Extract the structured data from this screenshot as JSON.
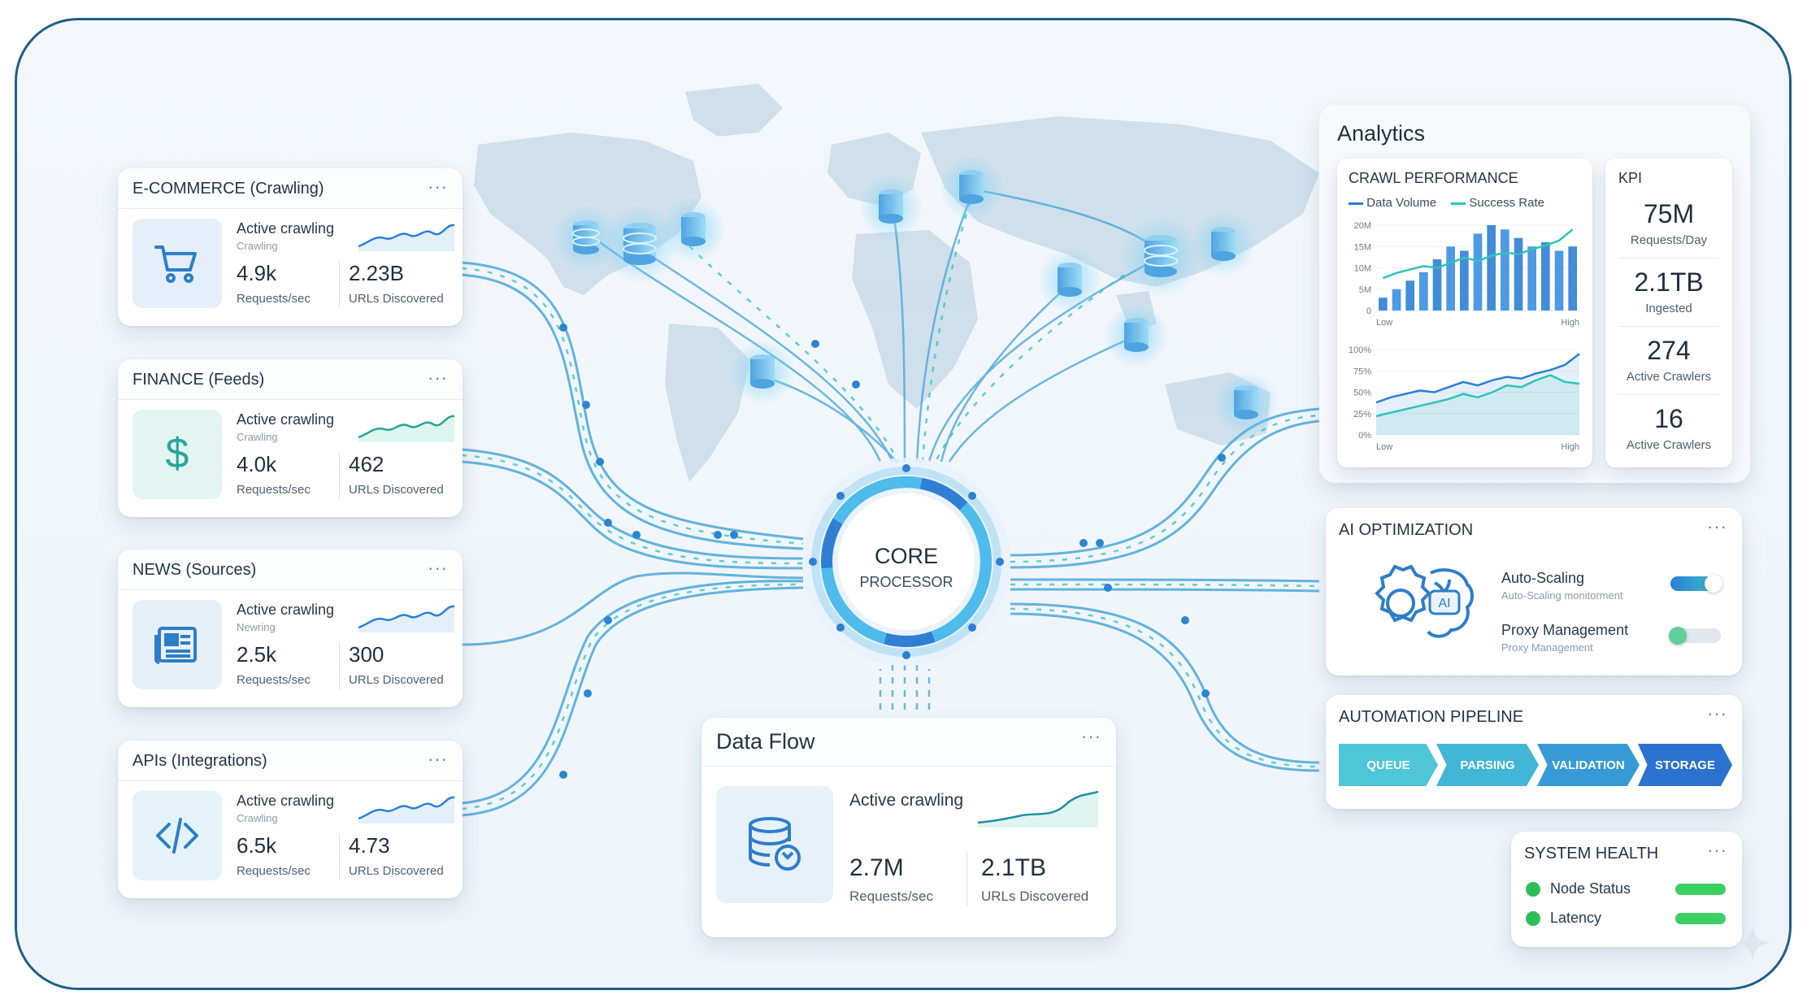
{
  "colors": {
    "accent": "#2b7fd6",
    "teal": "#2ec4b6",
    "frame": "#1f5f86",
    "ok": "#2fbd5a"
  },
  "sources": [
    {
      "title": "E-COMMERCE (Crawling)",
      "icon": "shopping-cart-icon",
      "status": "Active crawling",
      "substatus": "Crawling",
      "requests": "4.9k",
      "requests_label": "Requests/sec",
      "urls": "2.23B",
      "urls_label": "URLs Discovered"
    },
    {
      "title": "FINANCE (Feeds)",
      "icon": "dollar-icon",
      "status": "Active crawling",
      "substatus": "Crawling",
      "requests": "4.0k",
      "requests_label": "Requests/sec",
      "urls": "462",
      "urls_label": "URLs Discovered"
    },
    {
      "title": "NEWS (Sources)",
      "icon": "newspaper-icon",
      "status": "Active crawling",
      "substatus": "Newring",
      "requests": "2.5k",
      "requests_label": "Requests/sec",
      "urls": "300",
      "urls_label": "URLs Discovered"
    },
    {
      "title": "APIs (Integrations)",
      "icon": "code-icon",
      "status": "Active crawling",
      "substatus": "Crawling",
      "requests": "6.5k",
      "requests_label": "Requests/sec",
      "urls": "4.73",
      "urls_label": "URLs Discovered"
    }
  ],
  "core": {
    "title": "CORE",
    "subtitle": "PROCESSOR"
  },
  "dataflow": {
    "title": "Data Flow",
    "status": "Active crawling",
    "requests": "2.7M",
    "requests_label": "Requests/sec",
    "urls": "2.1TB",
    "urls_label": "URLs Discovered"
  },
  "analytics": {
    "title": "Analytics",
    "crawl_title": "CRAWL PERFORMANCE",
    "legend": [
      "Data Volume",
      "Success Rate"
    ],
    "kpi_title": "KPI",
    "kpis": [
      {
        "value": "75M",
        "label": "Requests/Day"
      },
      {
        "value": "2.1TB",
        "label": "Ingested"
      },
      {
        "value": "274",
        "label": "Active Crawlers"
      },
      {
        "value": "16",
        "label": "Active Crawlers"
      }
    ]
  },
  "chart_data": [
    {
      "type": "bar",
      "title": "",
      "yticks": [
        "20M",
        "15M",
        "10M",
        "5M",
        "0"
      ],
      "xlabels": [
        "Low",
        "High"
      ],
      "series": [
        {
          "name": "Data Volume",
          "values": [
            3,
            5,
            7,
            9,
            12,
            15,
            14,
            18,
            20,
            19,
            17,
            15,
            16,
            14,
            15
          ]
        }
      ],
      "ylim": [
        0,
        20
      ]
    },
    {
      "type": "line",
      "yticks": [
        "100%",
        "75%",
        "50%",
        "25%",
        "0%"
      ],
      "xlabels": [
        "Low",
        "High"
      ],
      "series": [
        {
          "name": "Data Volume",
          "values": [
            38,
            44,
            48,
            52,
            50,
            56,
            62,
            58,
            64,
            68,
            66,
            72,
            76,
            82,
            95
          ]
        },
        {
          "name": "Success Rate",
          "values": [
            22,
            26,
            30,
            34,
            38,
            42,
            48,
            44,
            50,
            58,
            56,
            64,
            70,
            62,
            60
          ]
        }
      ],
      "ylim": [
        0,
        100
      ]
    }
  ],
  "ai": {
    "title": "AI OPTIMIZATION",
    "badge": "AI",
    "items": [
      {
        "label": "Auto-Scaling",
        "sub": "Auto-Scaling monitorment",
        "on": true
      },
      {
        "label": "Proxy Management",
        "sub": "Proxy Management",
        "on": false
      }
    ]
  },
  "pipeline": {
    "title": "AUTOMATION PIPELINE",
    "steps": [
      "QUEUE",
      "PARSING",
      "VALIDATION",
      "STORAGE"
    ]
  },
  "health": {
    "title": "SYSTEM HEALTH",
    "items": [
      "Node Status",
      "Latency"
    ]
  },
  "menu_glyph": "···"
}
